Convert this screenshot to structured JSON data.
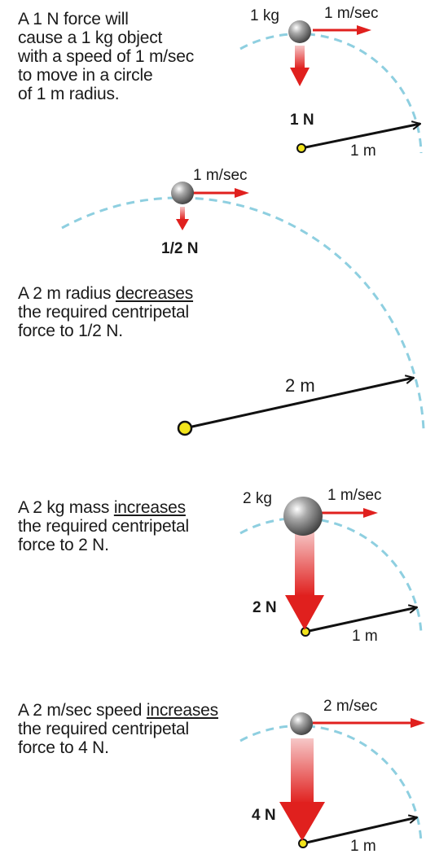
{
  "panels": [
    {
      "caption_lines": [
        "A 1 N force will",
        "cause a 1 kg object",
        "with a speed of 1 m/sec",
        "to move in a circle",
        "of 1 m radius."
      ],
      "mass": "1 kg",
      "speed": "1 m/sec",
      "force": "1 N",
      "radius": "1 m"
    },
    {
      "caption_pre": "A 2 m radius ",
      "caption_emph": "decreases",
      "caption_lines": [
        "the required centripetal",
        "force to 1/2 N."
      ],
      "speed": "1 m/sec",
      "force": "1/2 N",
      "radius": "2 m"
    },
    {
      "caption_pre": "A 2 kg mass ",
      "caption_emph": "increases",
      "caption_lines": [
        "the required centripetal",
        "force to 2 N."
      ],
      "mass": "2 kg",
      "speed": "1 m/sec",
      "force": "2 N",
      "radius": "1 m"
    },
    {
      "caption_pre": "A 2 m/sec speed ",
      "caption_emph": "increases",
      "caption_lines": [
        "the required centripetal",
        "force to 4 N."
      ],
      "speed": "2 m/sec",
      "force": "4 N",
      "radius": "1 m"
    }
  ],
  "colors": {
    "path": "#8ecfe0",
    "velocity": "#e0201e",
    "force_top": "#f6c7c7",
    "force_bottom": "#e0201e",
    "center": "#f2e41b",
    "radius_line": "#111111"
  }
}
